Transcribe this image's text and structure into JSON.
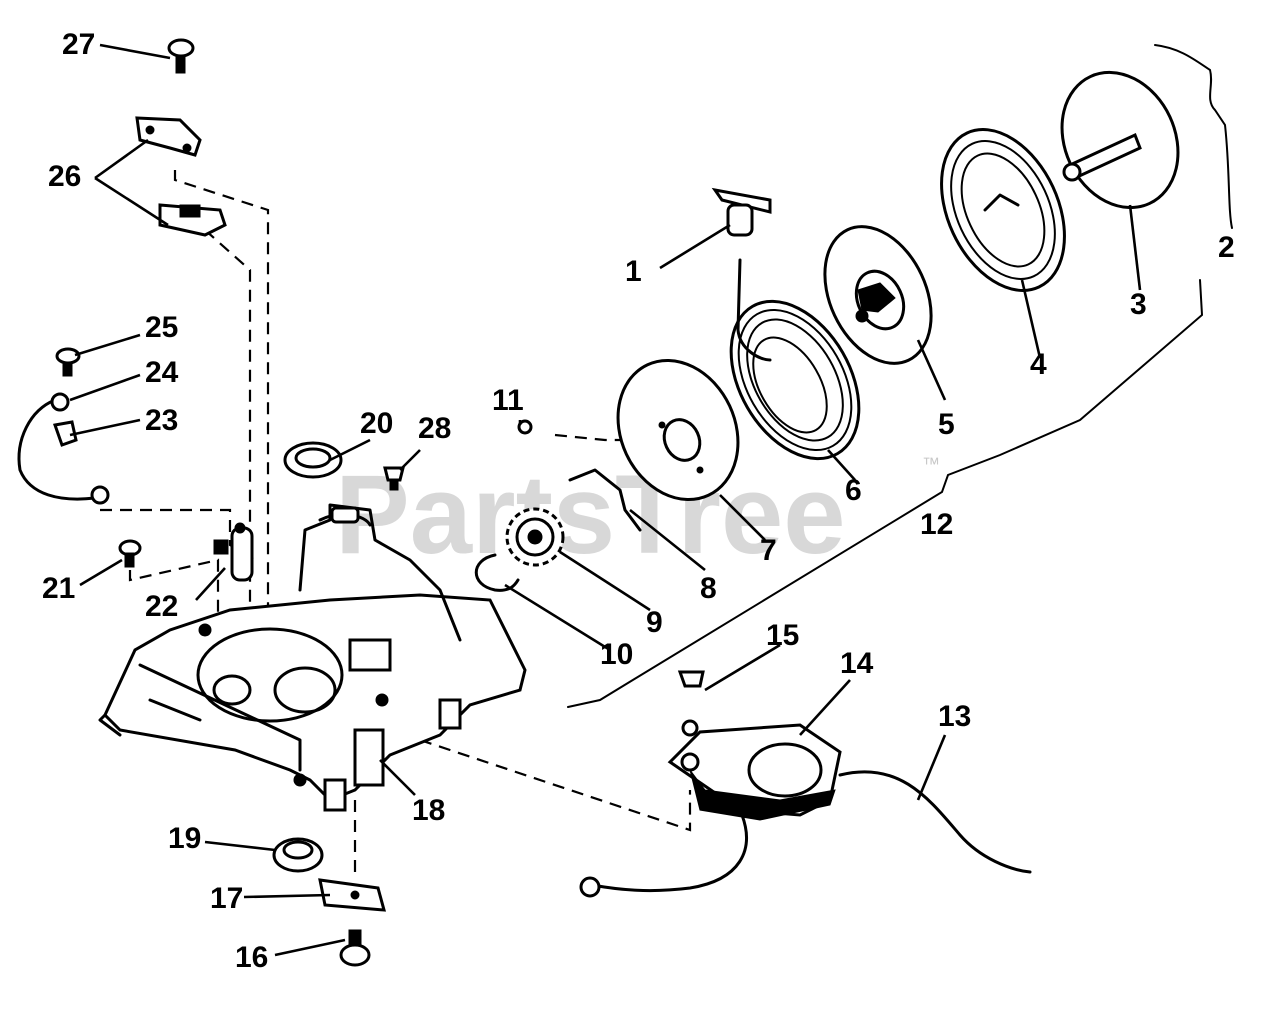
{
  "watermark": {
    "text": "PartsTree",
    "mark": "™"
  },
  "callouts": [
    "1",
    "2",
    "3",
    "4",
    "5",
    "6",
    "7",
    "8",
    "9",
    "10",
    "11",
    "12",
    "13",
    "14",
    "15",
    "16",
    "17",
    "18",
    "19",
    "20",
    "21",
    "22",
    "23",
    "24",
    "25",
    "26",
    "27",
    "28"
  ]
}
